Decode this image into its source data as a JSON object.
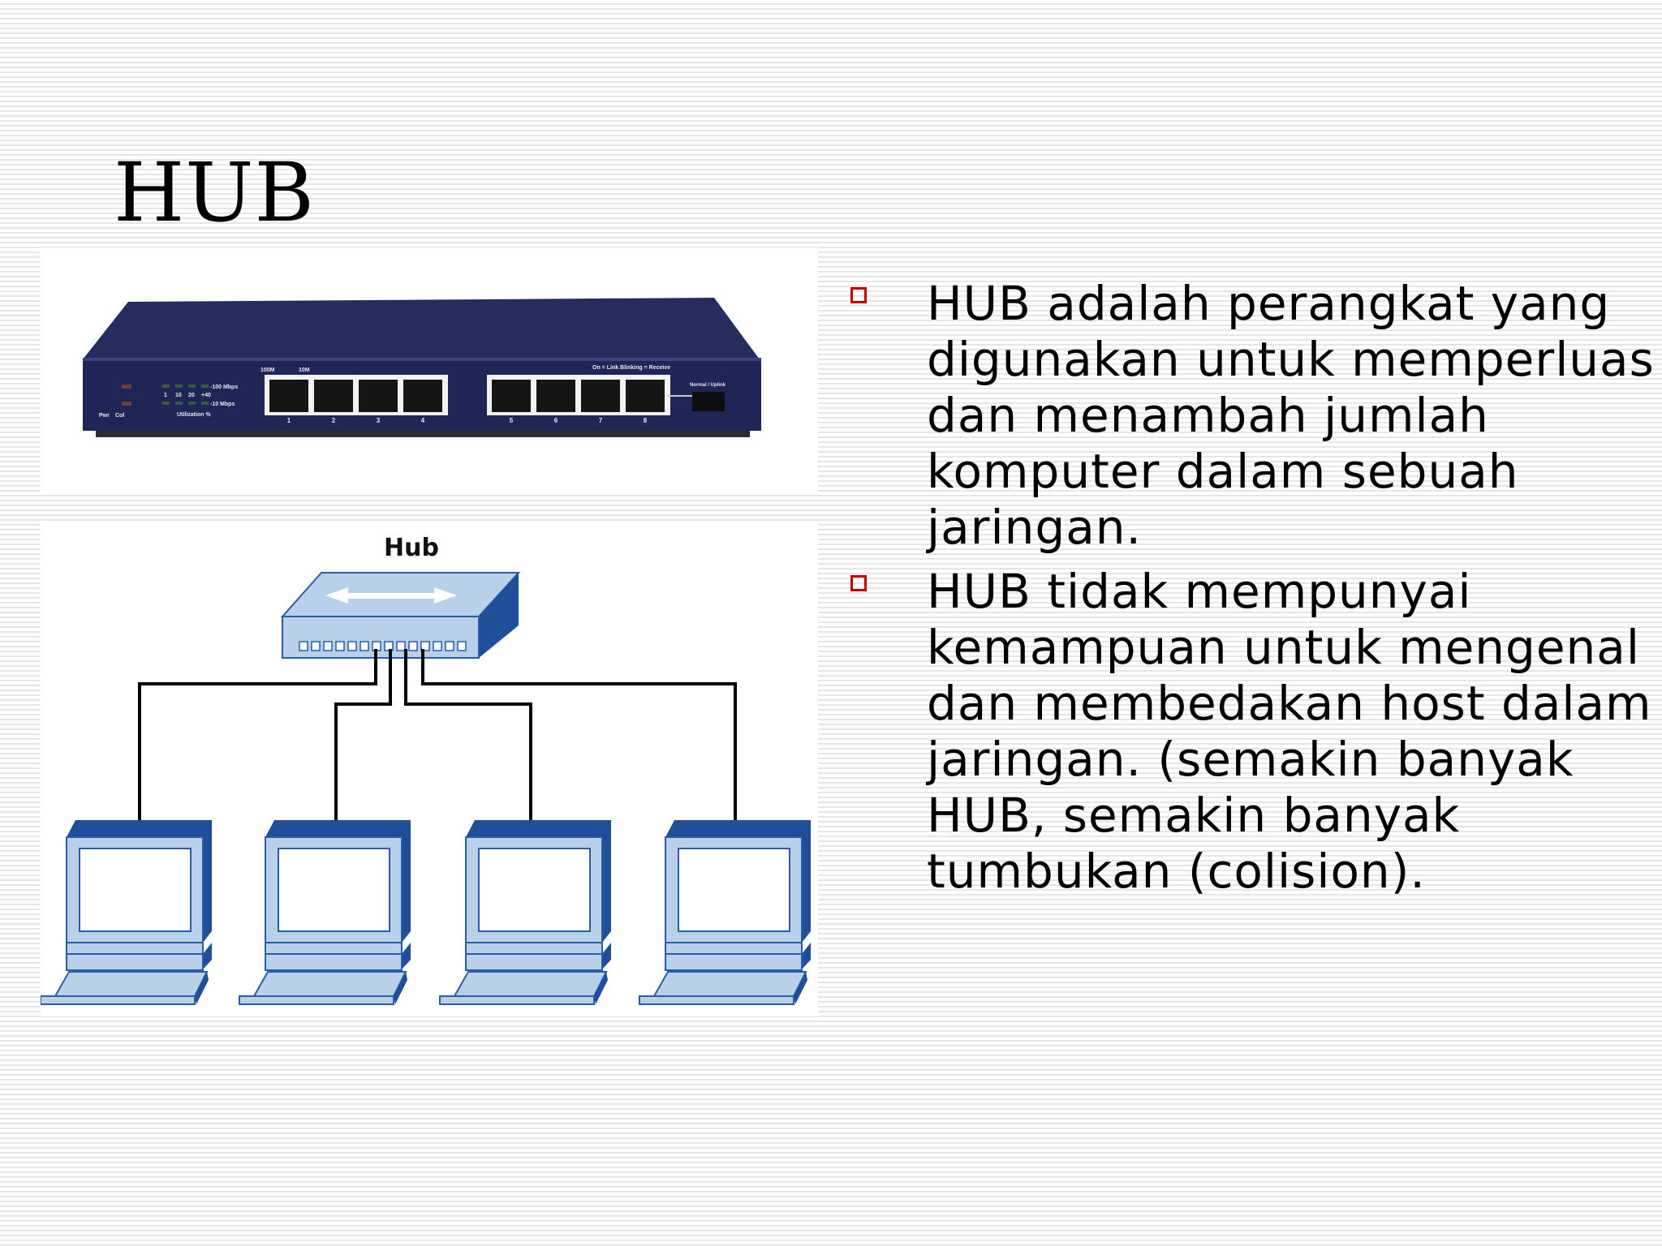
{
  "slide": {
    "title": "HUB"
  },
  "photo": {
    "led_labels": {
      "speed_100m": "100M",
      "speed_10m": "10M",
      "power": "Pwr",
      "collision": "Col",
      "utilization": "Utilization %",
      "scale_1": "1",
      "scale_10": "10",
      "scale_20": "20",
      "scale_40": "+40",
      "rate_100": "-100 Mbps",
      "rate_10": "-10 Mbps",
      "legend": "On = Link  Blinking = Receive",
      "uplink": "Normal / Uplink"
    },
    "port_numbers": [
      "1",
      "2",
      "3",
      "4",
      "5",
      "6",
      "7",
      "8"
    ]
  },
  "diagram": {
    "hub_label": "Hub"
  },
  "bullets": [
    {
      "text": "HUB adalah perangkat yang digunakan untuk memperluas dan menambah jumlah komputer dalam sebuah jaringan."
    },
    {
      "text": "HUB tidak mempunyai kemampuan untuk mengenal dan membedakan host dalam jaringan. (semakin banyak HUB, semakin banyak tumbukan (colision)."
    }
  ],
  "colors": {
    "bullet_marker": "#c00000",
    "hub_body": "#1f2a5a",
    "diagram_fill": "#b8d0ea",
    "diagram_dark": "#1f4f99",
    "diagram_outline": "#2b5ca8"
  }
}
